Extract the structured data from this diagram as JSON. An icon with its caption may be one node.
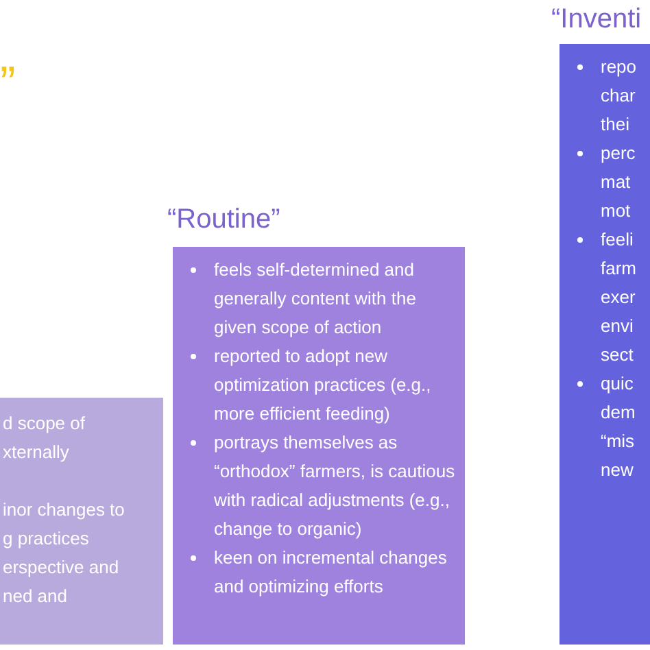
{
  "diagram": {
    "nodes": [
      {
        "text": [
          "d scope of",
          "xternally",
          "inor changes to",
          "g practices",
          "erspective and",
          "ned and"
        ]
      },
      {
        "text": [
          "“Routine”",
          "feels self-determined and generally content with the given scope of action",
          "reported to adopt new optimization practices (e.g., more efficient feeding)",
          "portrays themselves as “orthodox” farmers, is cautious with radical adjustments (e.g., change to organic)",
          "keen on incremental changes and optimizing efforts"
        ]
      },
      {
        "text": [
          "“Inventi",
          "repo char thei",
          "perc mat mot",
          "feeli farm exer envi sect",
          "quic dem “mis new"
        ]
      }
    ],
    "labels": [
      "”"
    ]
  }
}
